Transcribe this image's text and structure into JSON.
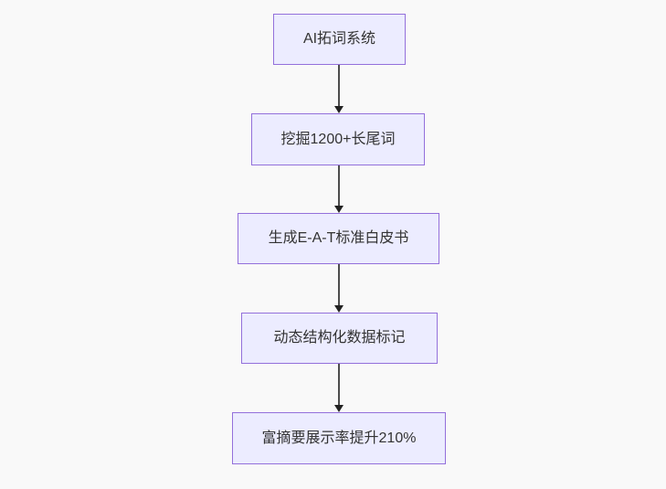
{
  "diagram": {
    "type": "flowchart",
    "direction": "top-down",
    "colors": {
      "background": "#f9f9f9",
      "node_fill": "#ECECFF",
      "node_border": "#9370DB",
      "node_text": "#333333",
      "edge_line": "#4d4d4d",
      "edge_arrowhead": "#222222"
    },
    "nodes": [
      {
        "id": "n1",
        "label": "AI拓词系统"
      },
      {
        "id": "n2",
        "label": "挖掘1200+长尾词"
      },
      {
        "id": "n3",
        "label": "生成E-A-T标准白皮书"
      },
      {
        "id": "n4",
        "label": "动态结构化数据标记"
      },
      {
        "id": "n5",
        "label": "富摘要展示率提升210%"
      }
    ],
    "edges": [
      {
        "from": "n1",
        "to": "n2",
        "arrow": "down"
      },
      {
        "from": "n2",
        "to": "n3",
        "arrow": "down"
      },
      {
        "from": "n3",
        "to": "n4",
        "arrow": "down"
      },
      {
        "from": "n4",
        "to": "n5",
        "arrow": "down"
      }
    ]
  }
}
